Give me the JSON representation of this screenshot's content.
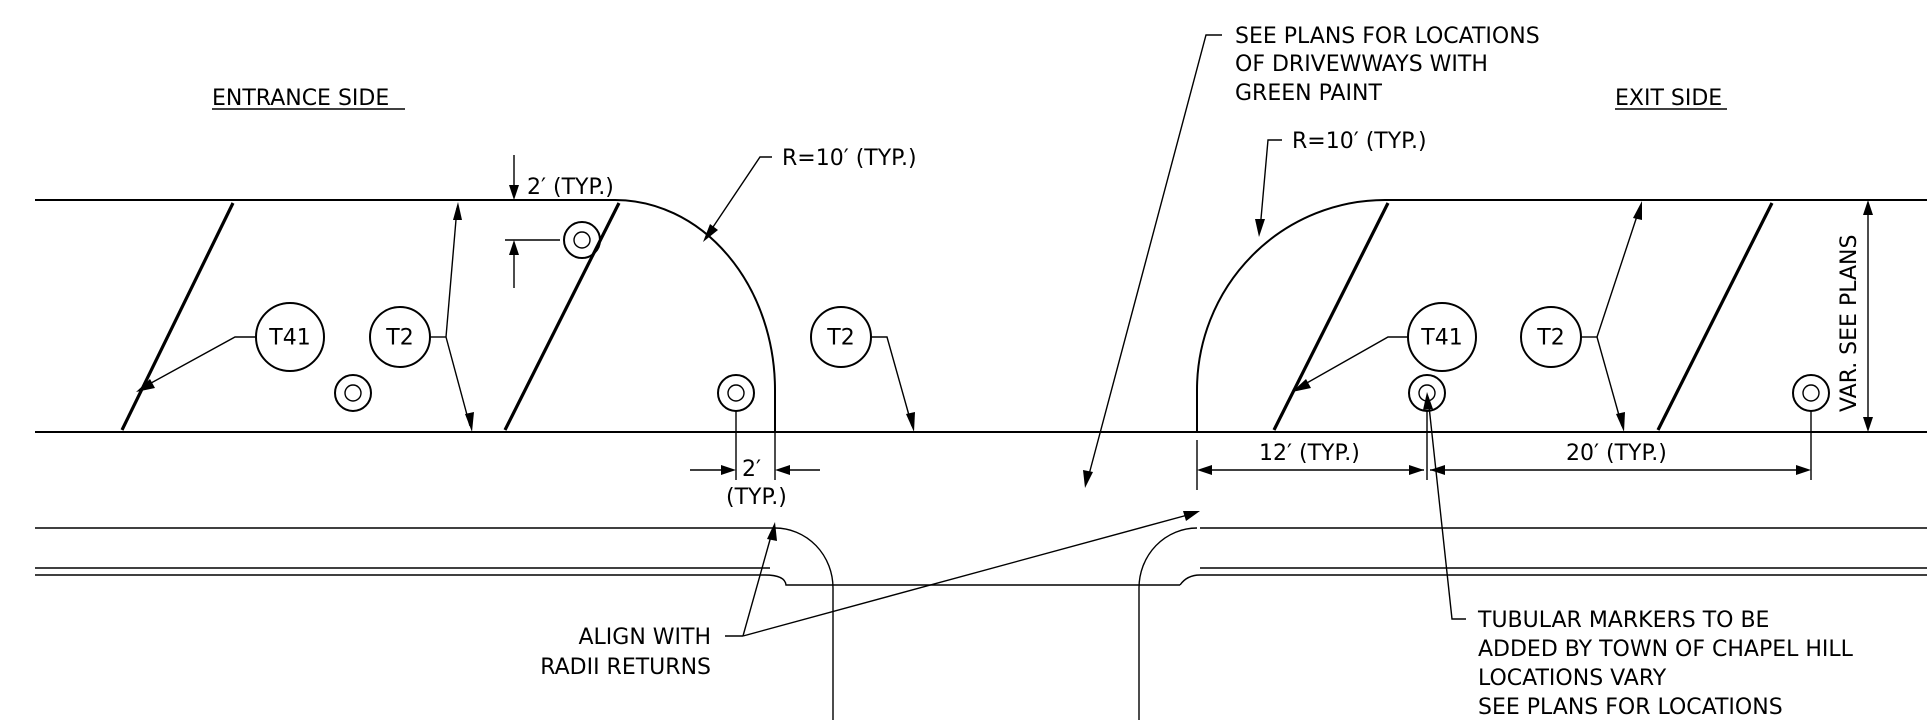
{
  "labels": {
    "entrance_side": "ENTRANCE SIDE",
    "exit_side": "EXIT SIDE",
    "radius_left": "R=10′ (TYP.)",
    "radius_right": "R=10′ (TYP.)",
    "offset_top": "2′ (TYP.)",
    "offset_bottom_value": "2′",
    "offset_bottom_typ": "(TYP.)",
    "spacing_12": "12′ (TYP.)",
    "spacing_20": "20′ (TYP.)",
    "width_var": "VAR. SEE PLANS",
    "see_plans_note": [
      "SEE PLANS FOR LOCATIONS",
      "OF DRIVEWWAYS WITH",
      "GREEN PAINT"
    ],
    "align_note": [
      "ALIGN WITH",
      "RADII RETURNS"
    ],
    "tubular_note": [
      "TUBULAR MARKERS TO BE",
      "ADDED BY TOWN OF CHAPEL HILL",
      "LOCATIONS VARY",
      "SEE PLANS FOR LOCATIONS"
    ]
  },
  "tags": {
    "t41_left": "T41",
    "t2_left": "T2",
    "t2_center": "T2",
    "t41_right": "T41",
    "t2_right": "T2"
  }
}
